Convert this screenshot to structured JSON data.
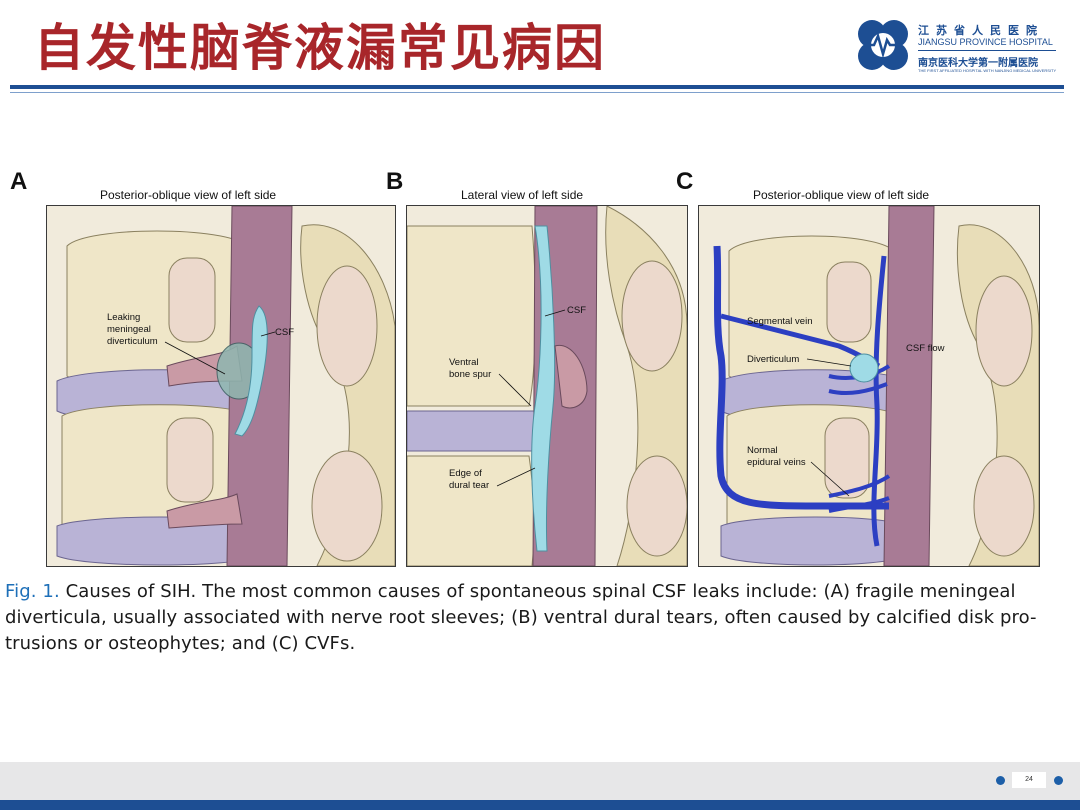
{
  "slide": {
    "title": "自发性脑脊液漏常见病因",
    "page_number": "24"
  },
  "logo": {
    "name_cn": "江苏省人民医院",
    "name_en": "JIANGSU PROVINCE HOSPITAL",
    "university_cn": "南京医科大学第一附属医院",
    "university_en": "THE FIRST AFFILIATED HOSPITAL WITH NANJING MEDICAL UNIVERSITY"
  },
  "figure": {
    "panels": [
      {
        "letter": "A",
        "view": "Posterior-oblique view of left side",
        "labels": [
          "Leaking",
          "meningeal",
          "diverticulum",
          "CSF"
        ]
      },
      {
        "letter": "B",
        "view": "Lateral view of left side",
        "labels": [
          "CSF",
          "Ventral",
          "bone spur",
          "Edge of",
          "dural tear"
        ]
      },
      {
        "letter": "C",
        "view": "Posterior-oblique view of left side",
        "labels": [
          "Segmental vein",
          "Diverticulum",
          "CSF flow",
          "Normal",
          "epidural veins"
        ]
      }
    ],
    "caption": {
      "fig_label": "Fig. 1.",
      "line1": " Causes of SIH. The most common causes of spontaneous spinal CSF leaks include: (A) fragile meningeal",
      "line2": "diverticula, usually associated with nerve root sleeves; (B) ventral dural tears, often caused by calcified disk pro-",
      "line3": "trusions or osteophytes; and (C) CVFs."
    }
  },
  "colors": {
    "title_red": "#a8262a",
    "brand_blue": "#1d4e93",
    "figure_label_blue": "#1d6fb8",
    "dura_purple": "#a87b95",
    "bone_cream": "#efe6c8",
    "disc_lavender": "#b9b3d6",
    "csf_cyan": "#9fdbe6",
    "vein_blue": "#2c3fc2"
  }
}
